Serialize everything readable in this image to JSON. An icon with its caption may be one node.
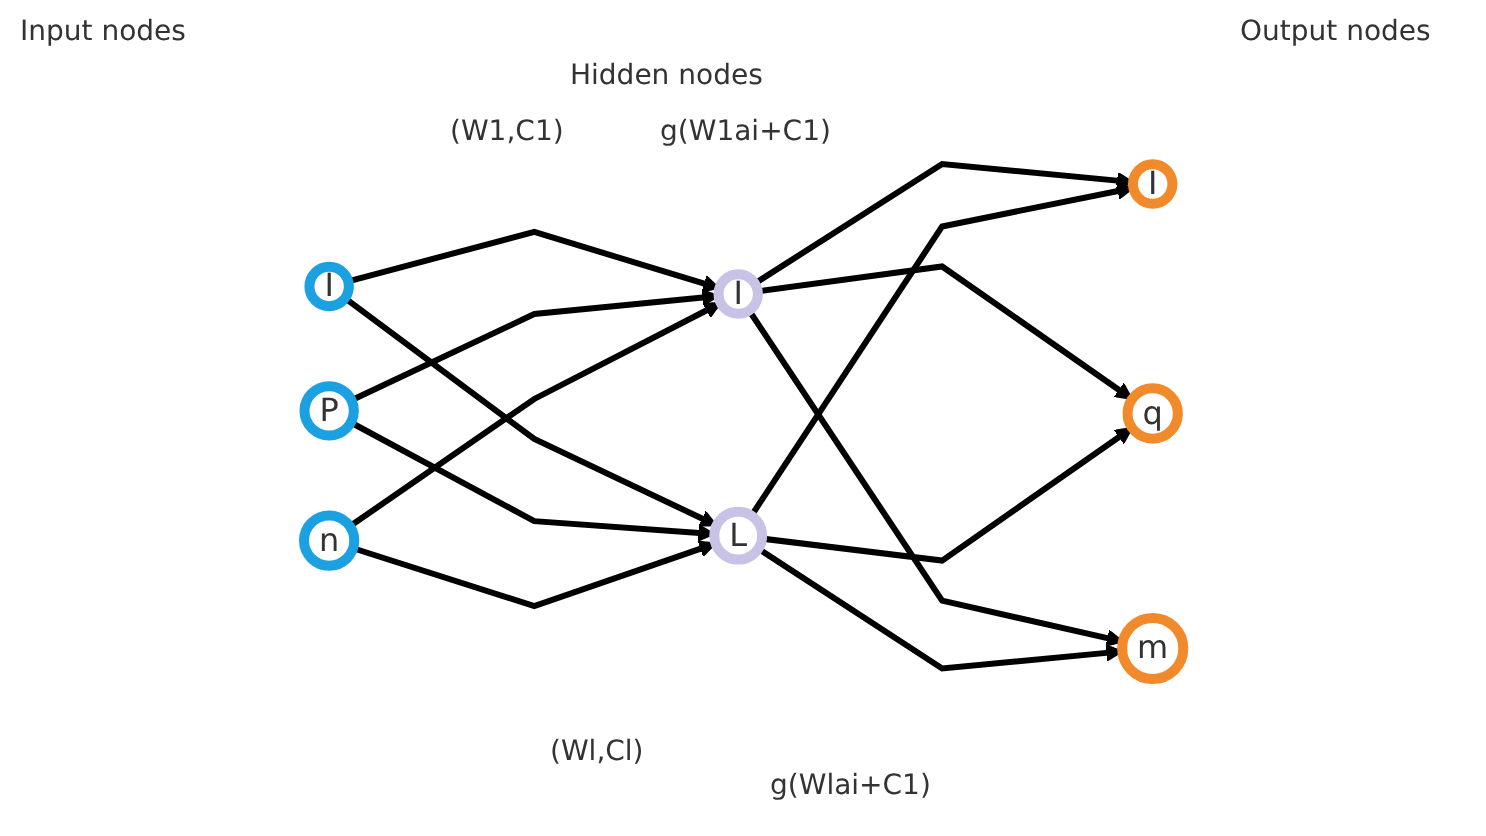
{
  "diagram": {
    "nodes": [
      {
        "text": [
          "I"
        ]
      },
      {
        "text": [
          "P"
        ]
      },
      {
        "text": [
          "n"
        ]
      },
      {
        "text": [
          "I"
        ]
      },
      {
        "text": [
          "L"
        ]
      },
      {
        "text": [
          "I"
        ]
      },
      {
        "text": [
          "q"
        ]
      },
      {
        "text": [
          "m"
        ]
      }
    ],
    "edges": [
      {
        "from": 0,
        "to": 3,
        "arrow": "to"
      },
      {
        "from": 0,
        "to": 4,
        "arrow": "to"
      },
      {
        "from": 1,
        "to": 3,
        "arrow": "to"
      },
      {
        "from": 1,
        "to": 4,
        "arrow": "to"
      },
      {
        "from": 2,
        "to": 3,
        "arrow": "to"
      },
      {
        "from": 2,
        "to": 4,
        "arrow": "to"
      },
      {
        "from": 3,
        "to": 5,
        "arrow": "to"
      },
      {
        "from": 3,
        "to": 6,
        "arrow": "to"
      },
      {
        "from": 3,
        "to": 7,
        "arrow": "to"
      },
      {
        "from": 4,
        "to": 5,
        "arrow": "to"
      },
      {
        "from": 4,
        "to": 6,
        "arrow": "to"
      },
      {
        "from": 4,
        "to": 7,
        "arrow": "to"
      }
    ],
    "labels": [
      "Input nodes",
      "Output nodes",
      "Hidden nodes",
      "(W1,C1)",
      "g(W1ai+C1)",
      "(Wl,Cl)",
      "g(Wlai+C1)"
    ]
  }
}
